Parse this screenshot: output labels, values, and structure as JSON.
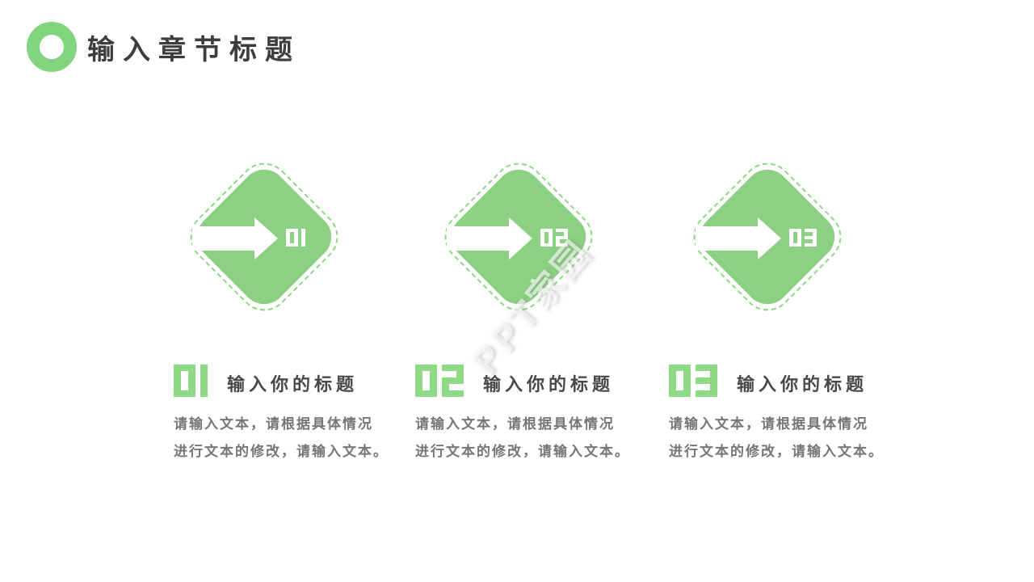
{
  "header": {
    "title": "输入章节标题",
    "icon": "ring-icon"
  },
  "watermark": {
    "text": "PPT家园"
  },
  "colors": {
    "diamond_green": "#8CD183",
    "dash_green": "#8CD983",
    "digit_green": "#8FD987",
    "ring_green": "#83D47E",
    "title_dark": "#3D3D3D",
    "heading_dark": "#484848",
    "body_gray": "#767676",
    "arrow_white": "#FFFFFF"
  },
  "sections": [
    {
      "number": "01",
      "title": "输入你的标题",
      "body_lines": [
        "请输入文本，请根据具体情况",
        "进行文本的修改，请输入文本。"
      ]
    },
    {
      "number": "02",
      "title": "输入你的标题",
      "body_lines": [
        "请输入文本，请根据具体情况",
        "进行文本的修改，请输入文本。"
      ]
    },
    {
      "number": "03",
      "title": "输入你的标题",
      "body_lines": [
        "请输入文本，请根据具体情况",
        "进行文本的修改，请输入文本。"
      ]
    }
  ]
}
